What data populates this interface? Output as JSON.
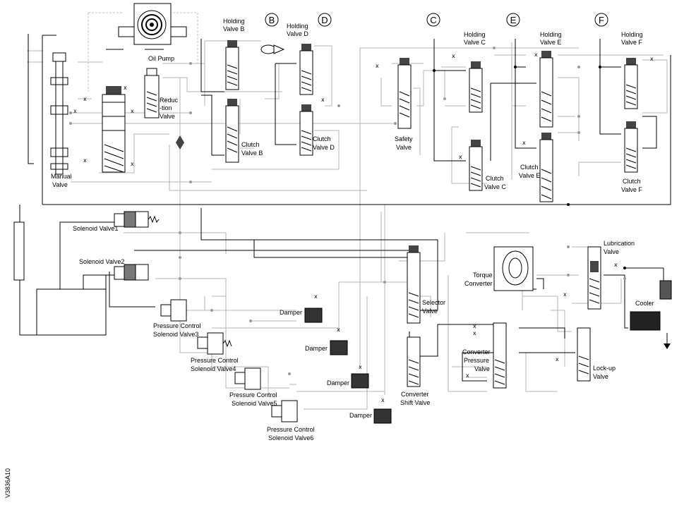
{
  "doc_id": "V3836A10",
  "circle_markers": [
    "B",
    "D",
    "C",
    "E",
    "F"
  ],
  "labels": {
    "oil_pump": "Oil Pump",
    "reduction_valve": [
      "Reduc",
      "-tion",
      "Valve"
    ],
    "manual_valve": [
      "Manual",
      "Valve"
    ],
    "holding_valve_b": [
      "Holding",
      "Valve B"
    ],
    "clutch_valve_b": [
      "Clutch",
      "Valve B"
    ],
    "holding_valve_d": [
      "Holding",
      "Valve D"
    ],
    "clutch_valve_d": [
      "Clutch",
      "Valve D"
    ],
    "safety_valve": [
      "Safety",
      "Valve"
    ],
    "holding_valve_c": [
      "Holding",
      "Valve C"
    ],
    "clutch_valve_c": [
      "Clutch",
      "Valve C"
    ],
    "holding_valve_e": [
      "Holding",
      "Valve E"
    ],
    "clutch_valve_e": [
      "Clutch",
      "Valve E"
    ],
    "holding_valve_f": [
      "Holding",
      "Valve F"
    ],
    "clutch_valve_f": [
      "Clutch",
      "Valve F"
    ],
    "solenoid_valve1": "Solenoid Valve1",
    "solenoid_valve2": "Solenoid Valve2",
    "pcsv3": [
      "Pressure Control",
      "Solenoid Valve3"
    ],
    "pcsv4": [
      "Pressure Control",
      "Solenoid Valve4"
    ],
    "pcsv5": [
      "Pressure Control",
      "Solenoid Valve5"
    ],
    "pcsv6": [
      "Pressure Control",
      "Solenoid Valve6"
    ],
    "damper": "Damper",
    "selector_valve": [
      "Selector",
      "Valve"
    ],
    "converter_shift_valve": [
      "Converter",
      "Shift Valve"
    ],
    "converter_pressure_valve": [
      "Converter",
      "Pressure",
      "Valve"
    ],
    "torque_converter": [
      "Torque",
      "Converter"
    ],
    "lubrication_valve": [
      "Lubrication",
      "Valve"
    ],
    "lockup_valve": [
      "Lock-up",
      "Valve"
    ],
    "cooler": "Cooler"
  }
}
